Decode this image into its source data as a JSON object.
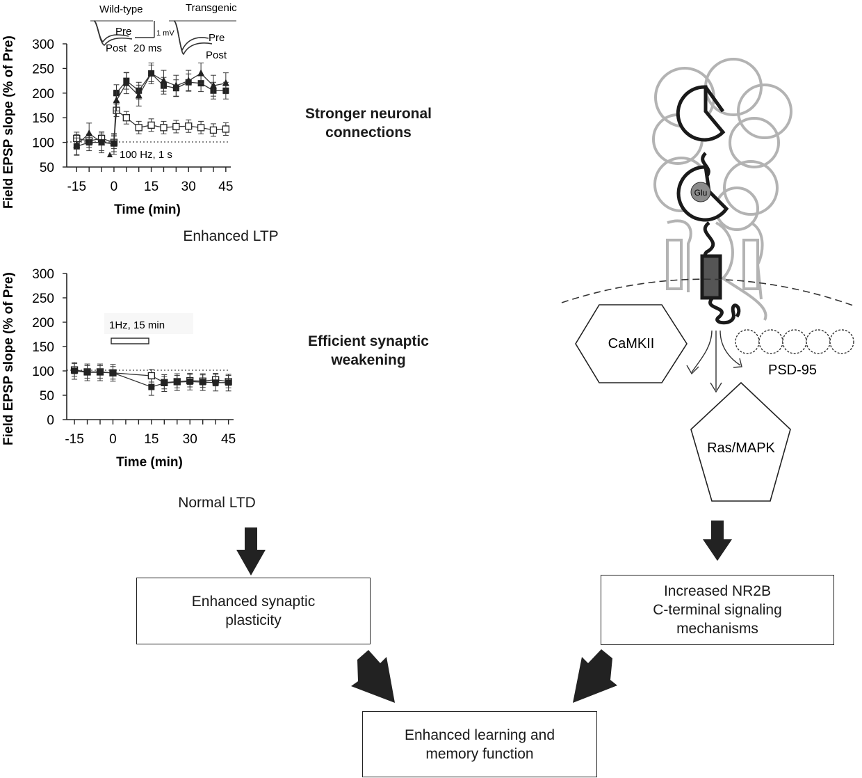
{
  "ltp_chart": {
    "inset": {
      "wild_type": "Wild-type",
      "transgenic": "Transgenic",
      "pre_left": "Pre",
      "post_left": "Post",
      "pre_right": "Pre",
      "post_right": "Post",
      "scale_v": "1 mV",
      "scale_t": "20 ms"
    },
    "ylabel": "Field EPSP slope (% of Pre)",
    "xlabel": "Time (min)",
    "stim_label": "100 Hz, 1 s",
    "yticks": [
      "300",
      "250",
      "200",
      "150",
      "100",
      "50"
    ],
    "xticks": [
      "-15",
      "0",
      "15",
      "30",
      "45"
    ],
    "caption": "Enhanced LTP"
  },
  "ltd_chart": {
    "ylabel": "Field EPSP slope (% of Pre)",
    "xlabel": "Time (min)",
    "stim_label": "1Hz, 15 min",
    "yticks": [
      "300",
      "250",
      "200",
      "150",
      "100",
      "50",
      "0"
    ],
    "xticks": [
      "-15",
      "0",
      "15",
      "30",
      "45"
    ],
    "caption": "Normal LTD"
  },
  "annotations": {
    "ltp": [
      "Stronger neuronal",
      "connections"
    ],
    "ltd": [
      "Efficient synaptic",
      "weakening"
    ]
  },
  "receptor": {
    "glu": "Glu",
    "camkii": "CaMKII",
    "psd95": "PSD-95",
    "rasmapk": "Ras/MAPK"
  },
  "boxes": {
    "plasticity": [
      "Enhanced synaptic",
      "plasticity"
    ],
    "nr2b": [
      "Increased NR2B",
      "C-terminal signaling",
      "mechanisms"
    ],
    "learning": [
      "Enhanced learning and",
      "memory function"
    ]
  },
  "chart_data": [
    {
      "type": "line",
      "x": [
        -15,
        -10,
        -5,
        0,
        1,
        5,
        10,
        15,
        20,
        25,
        30,
        35,
        40,
        45
      ],
      "xlim": [
        -18,
        47
      ],
      "ylim": [
        50,
        300
      ],
      "series": [
        {
          "marker": "square-open",
          "x": [
            -15,
            -10,
            -5,
            0,
            1,
            5,
            10,
            15,
            20,
            25,
            30,
            35,
            40,
            45
          ],
          "values": [
            108,
            103,
            108,
            100,
            165,
            150,
            130,
            135,
            130,
            132,
            133,
            130,
            125,
            127
          ]
        },
        {
          "marker": "square-filled",
          "x": [
            -15,
            -10,
            -5,
            0,
            1,
            5,
            10,
            15,
            20,
            25,
            30,
            35,
            40,
            45
          ],
          "values": [
            92,
            100,
            100,
            98,
            200,
            225,
            205,
            240,
            215,
            210,
            222,
            220,
            205,
            205
          ]
        },
        {
          "marker": "triangle-filled",
          "x": [
            -15,
            -10,
            -5,
            0,
            1,
            5,
            10,
            15,
            20,
            25,
            30,
            35,
            40,
            45
          ],
          "values": [
            95,
            118,
            100,
            97,
            185,
            220,
            195,
            240,
            225,
            215,
            225,
            240,
            215,
            220
          ]
        }
      ]
    },
    {
      "type": "line",
      "xlim": [
        -18,
        47
      ],
      "ylim": [
        0,
        300
      ],
      "series": [
        {
          "marker": "square-open",
          "x": [
            -15,
            -10,
            -5,
            0,
            15,
            20,
            25,
            30,
            35,
            40,
            45
          ],
          "values": [
            102,
            98,
            98,
            96,
            90,
            76,
            78,
            80,
            79,
            82,
            78
          ]
        },
        {
          "marker": "square-filled",
          "x": [
            -15,
            -10,
            -5,
            0,
            15,
            20,
            25,
            30,
            35,
            40,
            45
          ],
          "values": [
            100,
            97,
            97,
            96,
            67,
            75,
            77,
            78,
            77,
            76,
            76
          ]
        }
      ]
    }
  ]
}
